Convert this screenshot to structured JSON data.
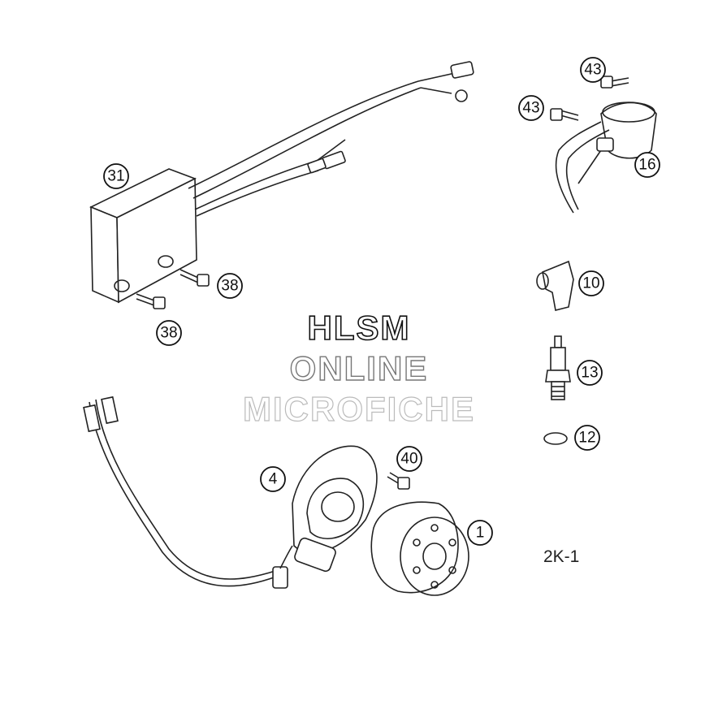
{
  "watermark": {
    "line1": "HLSM",
    "line2": "ONLINE",
    "line3": "MICROFICHE"
  },
  "figure_code": "2K-1",
  "callouts": {
    "c31": "31",
    "c38a": "38",
    "c38b": "38",
    "c43a": "43",
    "c43b": "43",
    "c16": "16",
    "c10": "10",
    "c13": "13",
    "c12": "12",
    "c40": "40",
    "c4": "4",
    "c1": "1"
  }
}
